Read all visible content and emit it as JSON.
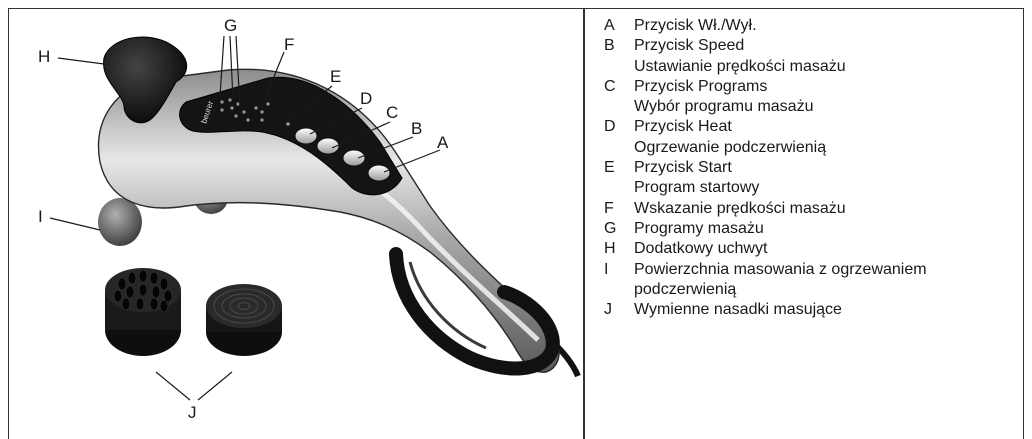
{
  "figure": {
    "callouts": {
      "A": "A",
      "B": "B",
      "C": "C",
      "D": "D",
      "E": "E",
      "F": "F",
      "G": "G",
      "H": "H",
      "I": "I",
      "J": "J"
    },
    "device_brand": "beurer"
  },
  "legend": [
    {
      "letter": "A",
      "lines": [
        "Przycisk Wł./Wył."
      ]
    },
    {
      "letter": "B",
      "lines": [
        "Przycisk Speed",
        "Ustawianie prędkości masażu"
      ]
    },
    {
      "letter": "C",
      "lines": [
        "Przycisk Programs",
        "Wybór programu masażu"
      ]
    },
    {
      "letter": "D",
      "lines": [
        "Przycisk Heat",
        "Ogrzewanie podczerwienią"
      ]
    },
    {
      "letter": "E",
      "lines": [
        "Przycisk Start",
        "Program startowy"
      ]
    },
    {
      "letter": "F",
      "lines": [
        "Wskazanie prędkości masażu"
      ]
    },
    {
      "letter": "G",
      "lines": [
        "Programy masażu"
      ]
    },
    {
      "letter": "H",
      "lines": [
        "Dodatkowy uchwyt"
      ]
    },
    {
      "letter": "I",
      "lines": [
        "Powierzchnia masowania z ogrzewaniem",
        "podczerwienią"
      ]
    },
    {
      "letter": "J",
      "lines": [
        "Wymienne nasadki masujące"
      ]
    }
  ]
}
